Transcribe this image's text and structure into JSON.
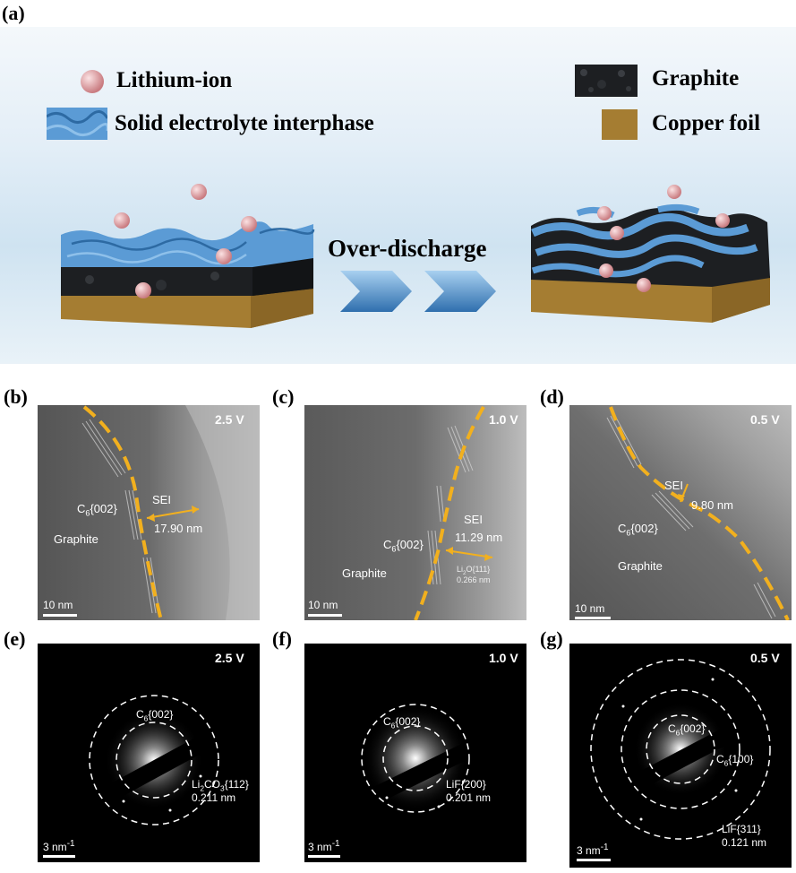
{
  "figure": {
    "panels": {
      "a": "(a)",
      "b": "(b)",
      "c": "(c)",
      "d": "(d)",
      "e": "(e)",
      "f": "(f)",
      "g": "(g)"
    },
    "legend": {
      "lithium_ion": "Lithium-ion",
      "sei": "Solid electrolyte interphase",
      "graphite": "Graphite",
      "copper": "Copper foil"
    },
    "process_label": "Over-discharge",
    "tem": {
      "b": {
        "voltage": "2.5 V",
        "sei": "SEI",
        "thickness": "17.90 nm",
        "plane": "C",
        "plane_sub": "6",
        "plane_idx": "{002}",
        "material": "Graphite",
        "scale": "10 nm"
      },
      "c": {
        "voltage": "1.0 V",
        "sei": "SEI",
        "thickness": "11.29 nm",
        "plane": "C",
        "plane_sub": "6",
        "plane_idx": "{002}",
        "material": "Graphite",
        "scale": "10 nm",
        "extra_a": "Li",
        "extra_sub": "2",
        "extra_b": "O{111}",
        "extra_d": "0.266 nm"
      },
      "d": {
        "voltage": "0.5 V",
        "sei": "SEI",
        "thickness": "9.80 nm",
        "plane": "C",
        "plane_sub": "6",
        "plane_idx": "{002}",
        "material": "Graphite",
        "scale": "10 nm"
      }
    },
    "saed": {
      "e": {
        "voltage": "2.5 V",
        "ring1_a": "C",
        "ring1_sub": "6",
        "ring1_b": "{002}",
        "ring2_a": "Li",
        "ring2_sub": "2",
        "ring2_b": "CO",
        "ring2_sub2": "3",
        "ring2_c": "{112}",
        "ring2_d": "0.211 nm",
        "scale_a": "3 nm",
        "scale_sup": "-1"
      },
      "f": {
        "voltage": "1.0 V",
        "ring1_a": "C",
        "ring1_sub": "6",
        "ring1_b": "{002}",
        "ring2_a": "LiF{200}",
        "ring2_d": "0.201 nm",
        "scale_a": "3 nm",
        "scale_sup": "-1"
      },
      "g": {
        "voltage": "0.5 V",
        "ring1_a": "C",
        "ring1_sub": "6",
        "ring1_b": "{002}",
        "ring2_a": "C",
        "ring2_sub": "6",
        "ring2_b": "{100}",
        "ring3_a": "LiF{311}",
        "ring3_d": "0.121 nm",
        "scale_a": "3 nm",
        "scale_sup": "-1"
      }
    },
    "colors": {
      "sei": "#5b9bd5",
      "graphite": "#1d1f22",
      "copper": "#a57d32",
      "li_ion": "#e9a7a9",
      "dash": "#f2b01e"
    }
  }
}
